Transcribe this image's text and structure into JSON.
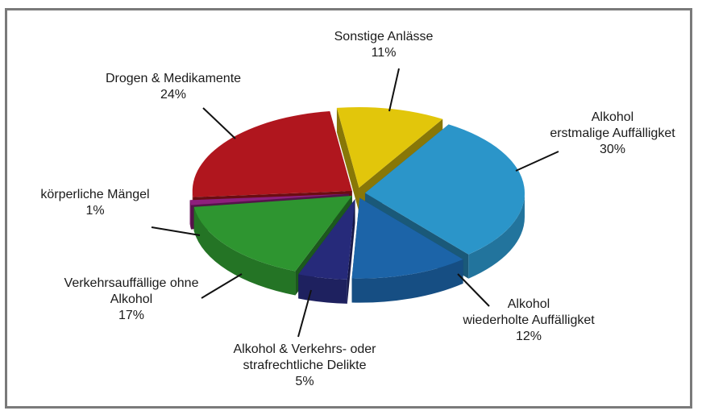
{
  "chart_data": {
    "type": "pie",
    "title": "",
    "slices": [
      {
        "label_lines": [
          "Sonstige Anlässe"
        ],
        "value": 11,
        "value_label": "11%",
        "color": "#e2c60b"
      },
      {
        "label_lines": [
          "Alkohol",
          "erstmalige Auffälligket"
        ],
        "value": 30,
        "value_label": "30%",
        "color": "#2b95c9"
      },
      {
        "label_lines": [
          "Alkohol",
          "wiederholte Auffälligket"
        ],
        "value": 12,
        "value_label": "12%",
        "color": "#1c64a8"
      },
      {
        "label_lines": [
          "Alkohol & Verkehrs- oder",
          "strafrechtliche Delikte"
        ],
        "value": 5,
        "value_label": "5%",
        "color": "#262a7a"
      },
      {
        "label_lines": [
          "Verkehrsauffällige ohne",
          "Alkohol"
        ],
        "value": 17,
        "value_label": "17%",
        "color": "#2e9530"
      },
      {
        "label_lines": [
          "körperliche Mängel"
        ],
        "value": 1,
        "value_label": "1%",
        "color": "#8e1f7c"
      },
      {
        "label_lines": [
          "Drogen & Medikamente"
        ],
        "value": 24,
        "value_label": "24%",
        "color": "#b0161e"
      }
    ],
    "style": "3d-exploded",
    "legend": "none"
  }
}
